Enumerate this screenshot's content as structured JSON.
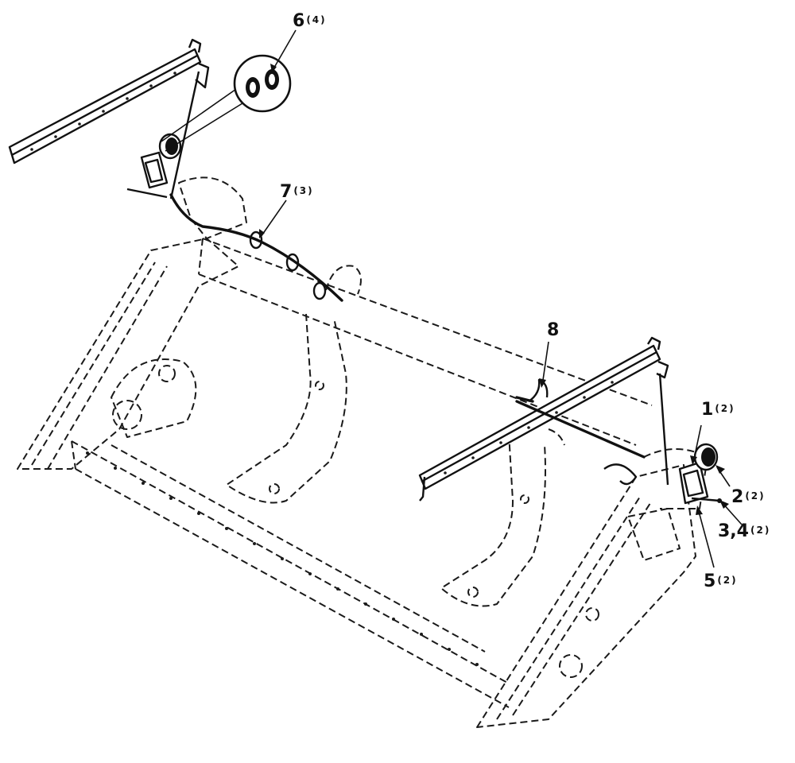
{
  "callouts": [
    {
      "number": "1",
      "qty": "(2)"
    },
    {
      "number": "2",
      "qty": "(2)"
    },
    {
      "number": "3,4",
      "qty": "(2)"
    },
    {
      "number": "5",
      "qty": "(2)"
    },
    {
      "number": "6",
      "qty": "(4)"
    },
    {
      "number": "7",
      "qty": "(3)"
    },
    {
      "number": "8",
      "qty": ""
    }
  ]
}
